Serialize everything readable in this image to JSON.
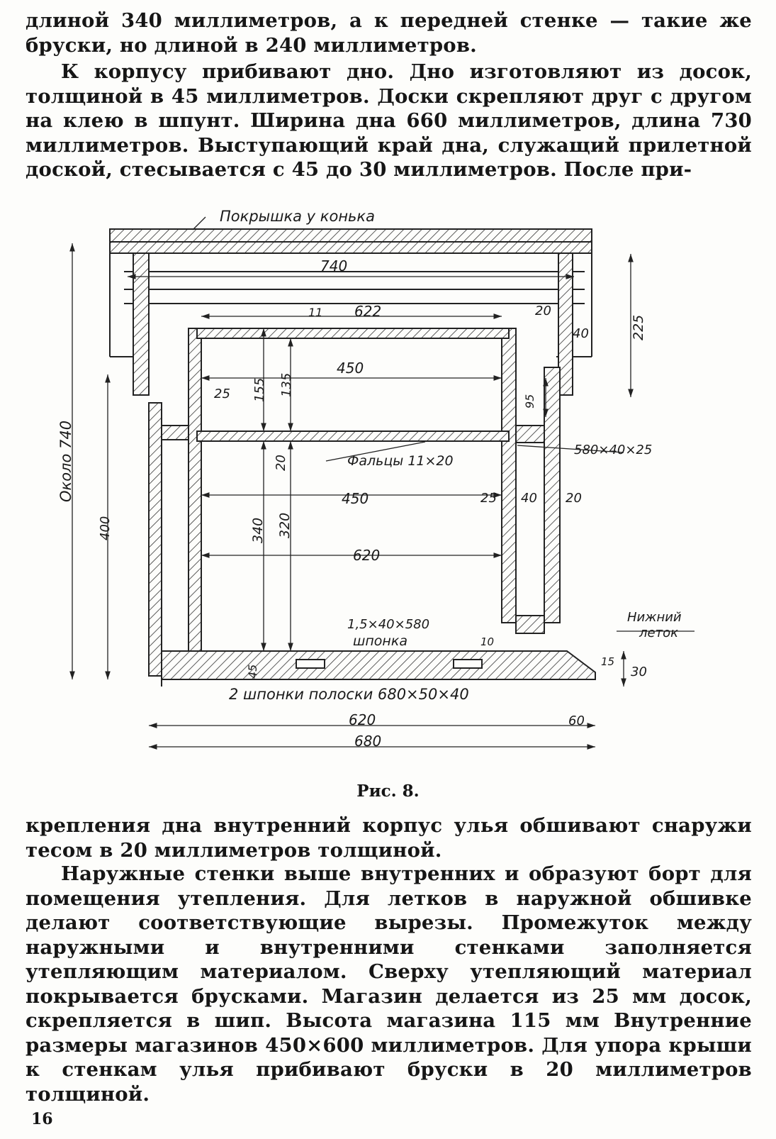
{
  "page": {
    "p1": "длиной 340 миллиметров, а к передней стенке — такие же бруски, но длиной в 240 миллиметров.",
    "p2": "К корпусу прибивают дно. Дно изготовляют из досок, толщиной в 45 миллиметров. Доски скрепляют друг с другом на клею в шпунт. Ширина дна 660 миллиметров, длина 730 миллиметров. Выступающий край дна, служащий прилетной доской, стесывается с 45 до 30 миллиметров. После при-",
    "p3": "крепления дна внутренний корпус улья обшивают снаружи тесом в 20 миллиметров толщиной.",
    "p4": "Наружные стенки выше внутренних и образуют борт для помещения утепления. Для летков в наружной обшивке делают соответствующие вырезы. Промежуток между наружными и внутренними стенками заполняется утепляющим материалом. Сверху утепляющий материал покрывается брусками. Магазин делается из 25 мм досок, скрепляется в шип. Высота магазина 115 мм Внутренние размеры магазинов 450×600 миллиметров. Для упора крыши к стенкам улья прибивают бруски в 20 миллиметров толщиной.",
    "caption": "Рис. 8.",
    "page_number": "16"
  },
  "figure": {
    "labels": {
      "roof": "Покрышка у конька",
      "d740": "740",
      "d11": "11",
      "d622": "622",
      "d20a": "20",
      "d40a": "40",
      "d225": "225",
      "d450a": "450",
      "d25a": "25",
      "d155": "155",
      "d135": "135",
      "d95": "95",
      "about740": "Около 740",
      "d580": "580×40×25",
      "d400": "400",
      "d20b": "20",
      "falcy": "Фальцы 11×20",
      "d450b": "450",
      "d25b": "25",
      "d40b": "40",
      "d20c": "20",
      "d340": "340",
      "d320": "320",
      "d620a": "620",
      "shponka_size": "1,5×40×580",
      "shponka": "шпонка",
      "d10": "10",
      "nizhn1": "Нижний",
      "nizhn2": "леток",
      "d45": "45",
      "d15": "15",
      "d30": "30",
      "strips": "2 шпонки полоски 680×50×40",
      "d620b": "620",
      "d60": "60",
      "d680": "680"
    }
  }
}
